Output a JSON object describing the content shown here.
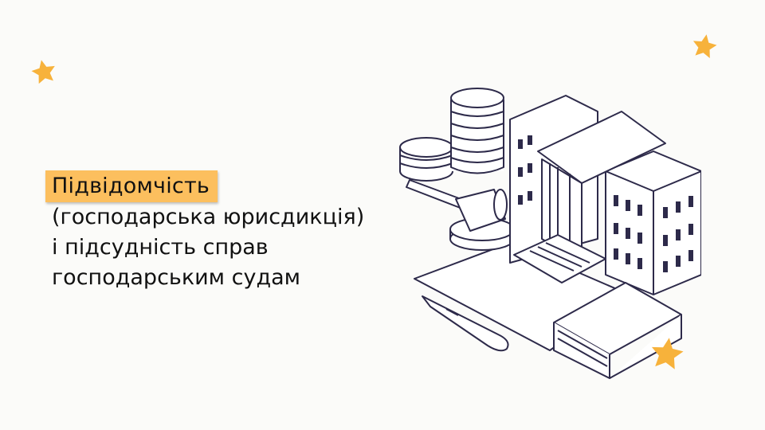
{
  "slide": {
    "highlight_title": "Підвідомчість",
    "lines": [
      "(господарська юрисдикція)",
      "і підсудність справ",
      "господарським судам"
    ]
  },
  "colors": {
    "accent": "#fcbf5e",
    "star": "#f7b23b",
    "ink": "#2d2a4a"
  },
  "icons": [
    "star-icon",
    "courthouse-illustration",
    "coins-icon",
    "gavel-icon",
    "book-icon",
    "pen-icon"
  ]
}
